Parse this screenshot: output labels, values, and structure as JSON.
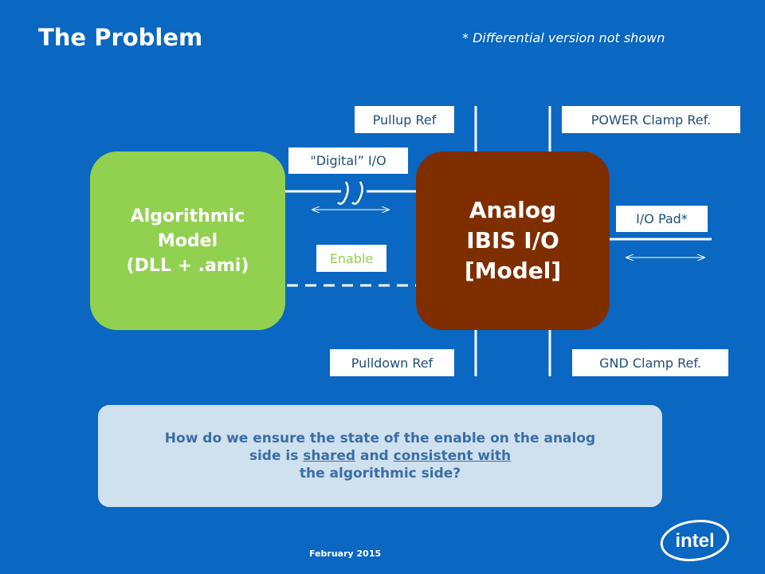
{
  "slide": {
    "title": "The Problem",
    "note": "* Differential version not shown",
    "footer_date": "February 2015"
  },
  "boxes": {
    "algorithmic": {
      "line1": "Algorithmic",
      "line2": "Model",
      "line3": "(DLL + .ami)",
      "color": "#92d050"
    },
    "analog": {
      "line1": "Analog",
      "line2": "IBIS I/O",
      "line3": "[Model]",
      "color": "#7f2e00"
    }
  },
  "labels": {
    "pullup_ref": "Pullup Ref",
    "power_clamp_ref": "POWER Clamp Ref.",
    "digital_io": "\"Digital” I/O",
    "io_pad": "I/O Pad*",
    "enable": "Enable",
    "pulldown_ref": "Pulldown Ref",
    "gnd_clamp_ref": "GND Clamp Ref."
  },
  "question": {
    "line1": "How do we ensure the state of the enable on the analog",
    "line2_pre": "side is ",
    "line2_shared": "shared",
    "line2_mid": " and ",
    "line2_consistent": "consistent with",
    "line3": "the algorithmic side?"
  },
  "logo": {
    "text": "intel"
  },
  "colors": {
    "background": "#0a67c2",
    "enable_text": "#92d050",
    "question_text": "#3a6ea5"
  }
}
